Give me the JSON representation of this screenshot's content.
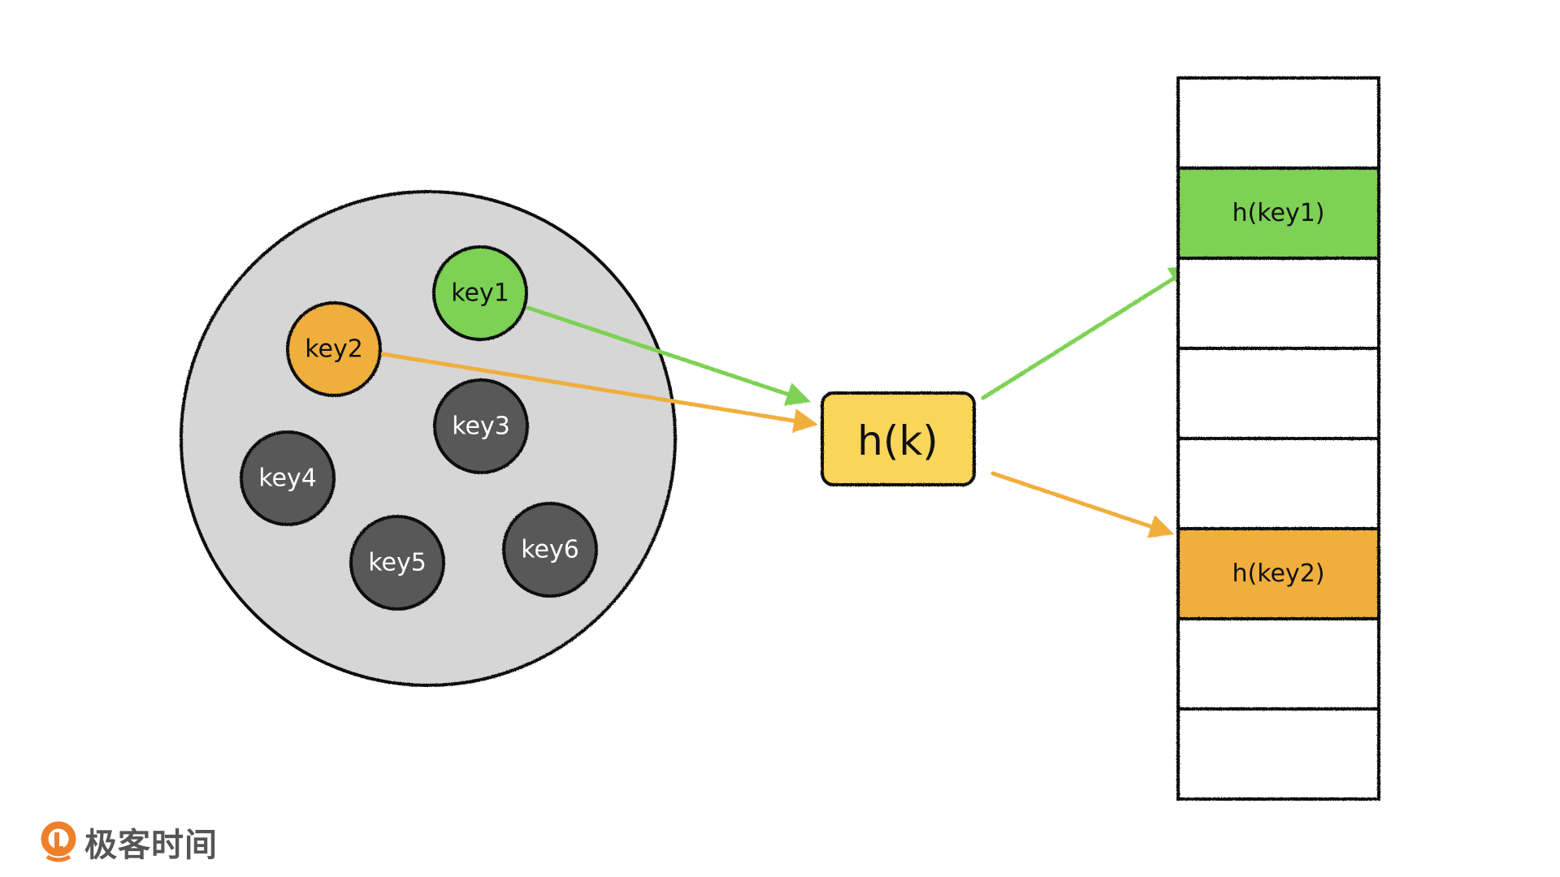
{
  "colors": {
    "key_set_fill": "#d6d6d6",
    "highlight_key1": "#7dd155",
    "highlight_key2": "#f0ae3d",
    "other_key_fill": "#595959",
    "hash_fn_fill": "#f9d55a",
    "outline": "#111111",
    "table_empty": "#ffffff",
    "logo_orange": "#f07f2a",
    "logo_text": "#555555"
  },
  "key_set": {
    "keys": [
      {
        "id": "key1",
        "label": "key1",
        "role": "highlight_key1"
      },
      {
        "id": "key2",
        "label": "key2",
        "role": "highlight_key2"
      },
      {
        "id": "key3",
        "label": "key3",
        "role": "other"
      },
      {
        "id": "key4",
        "label": "key4",
        "role": "other"
      },
      {
        "id": "key5",
        "label": "key5",
        "role": "other"
      },
      {
        "id": "key6",
        "label": "key6",
        "role": "other"
      }
    ]
  },
  "hash_function": {
    "label": "h(k)"
  },
  "hash_table": {
    "slots": [
      {
        "label": "",
        "role": "empty"
      },
      {
        "label": "h(key1)",
        "role": "highlight_key1"
      },
      {
        "label": "",
        "role": "empty"
      },
      {
        "label": "",
        "role": "empty"
      },
      {
        "label": "",
        "role": "empty"
      },
      {
        "label": "h(key2)",
        "role": "highlight_key2"
      },
      {
        "label": "",
        "role": "empty"
      },
      {
        "label": "",
        "role": "empty"
      }
    ]
  },
  "edges": [
    {
      "from": "key1",
      "to": "hash_function",
      "color": "highlight_key1"
    },
    {
      "from": "key2",
      "to": "hash_function",
      "color": "highlight_key2"
    },
    {
      "from": "hash_function",
      "to": "slot-1",
      "color": "highlight_key1"
    },
    {
      "from": "hash_function",
      "to": "slot-5",
      "color": "highlight_key2"
    }
  ],
  "logo": {
    "text": "极客时间",
    "icon": "geektime-logo-icon"
  }
}
